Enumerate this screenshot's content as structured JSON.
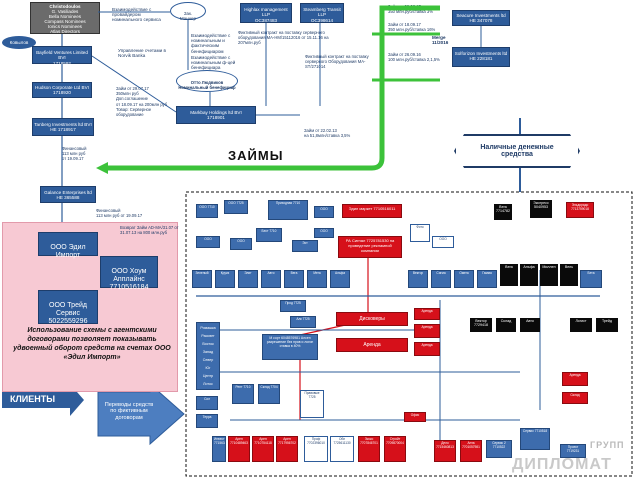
{
  "top_left_box": [
    "Christodoulos",
    "G. Vasiliades",
    "Bella Nominees",
    "Compass Nominees",
    "Ionics Nominees",
    "Atlas Directors"
  ],
  "kovylov": "Ковылов",
  "hz_nominee": "Зак.\nМаннер",
  "service_note": "Взаимодействие с провайдером номинального сервиса",
  "management_note": "Управление счетами в Norvik Banka",
  "interaction_note": "Взаимодействие с номинальным и фактическим бенефициаром",
  "interaction_note2": "Взаимодействие с номинальным ф-цей бенефициара",
  "nominee_beneficiary": "Отто Людвиков\nНоминальный бенефициар",
  "companies": [
    {
      "id": "bayfield",
      "name": "Bayfield Ventures Limited BVI",
      "code": "1718592"
    },
    {
      "id": "hudson",
      "name": "Hudson Corporate Ltd BVI",
      "code": "1718920"
    },
    {
      "id": "tanberg",
      "name": "Tanberg Investments ltd BVI",
      "code": "HE 1718917"
    },
    {
      "id": "galance",
      "name": "Galance Enterprises ltd",
      "code": "HE 365588"
    },
    {
      "id": "markbay",
      "name": "Markbay Holdings ltd BVI",
      "code": "1718901"
    },
    {
      "id": "highlax",
      "name": "Highlax management LLP",
      "code": "OC387483"
    },
    {
      "id": "steamberg",
      "name": "Steamberg Transit LLP",
      "code": "OC398614"
    },
    {
      "id": "seacure",
      "name": "Seacure Investments ltd",
      "code": "HE 347078"
    },
    {
      "id": "solhorizon",
      "name": "Solforizon Investments ltd",
      "code": "HE 228181"
    }
  ],
  "merge_label": "Merge\n11/2016",
  "loan_hudson": "Займ от 29.07.17\n350млн руб\nДоп.соглашение\nот 18.09.17 на 200млн руб\nТовар: Серверное оборудование",
  "financing_tanberg": "Финансовый\n113 млн руб\nот 19.09.17",
  "financing_galance": "Финансовый\n113 млн руб от 19.09.17",
  "contract_highlax": "Фиктивный контракт на поставку серверного оборудования МА-НМ/15112016 от 15.11.16 на 207млн.руб",
  "contract_steamberg": "Фиктивный контракт на поставку серверного Оборудования МА-ST/271014",
  "loan_seacure1": "Займ от 09.06.17\n350 млн.руб/ставка 3%",
  "loan_seacure2": "Займ от 18.09.17\n350 млн.руб/ставка 16%",
  "loan_seacure3": "Займ от 26.09.16\n100 млн.руб/ставка 2,1,5%",
  "loan_markbay": "Займ от 22.02.13\nна 51,8млн/ставка 3,5%",
  "loans_label": "ЗАЙМЫ",
  "cash_label": "Наличные денежные средства",
  "return_note": "Возврат Займ AD-MA/31.07 от 31.07.13 на 800 млн.руб",
  "ooo_edil": "ООО Эдил\nИмпорт",
  "ooo_houm": "ООО Хоум\nАпплайнс\n7710516184",
  "ooo_treid": "ООО Трейд\nСервис\n5022559296",
  "explanation": "Использование схемы с агентскими договорами позволяет показывать удвоенный оборот средств на счетах ООО «Эдил Импорт»",
  "clients": "КЛИЕНТЫ",
  "transfers": "Переводы средств по фиктивным договорам",
  "right_red_top": "Эдил маркет 7710516011",
  "right_red_mid": "РА Сигнал 7725781530 на проведение рекламной компании",
  "right_red_disc": "Дисковеры",
  "right_red_arenda": "Аренда",
  "right_note_m": "М сорт 6048576981 Алсен разрешение без прав и логин ставка в 40%",
  "row_labels": [
    "Зеленый",
    "Круиз",
    "Элит",
    "Авто",
    "Вега",
    "Мега",
    "Альфа",
    "Вектор",
    "Сигма",
    "Омега",
    "Гамма",
    "Бета"
  ],
  "side_list": [
    "Ромашка",
    "Рассвет",
    "Восток",
    "Запад",
    "Север",
    "Юг",
    "Центр",
    "Лотос"
  ],
  "bottom_red": [
    "Арен 7710489463",
    "Арен 7710754118",
    "Арен 7717956702",
    "Проф 7702396010",
    "Обл 7725611130",
    "Экско 7707846701",
    "Стройт 7709870004",
    "Дело 7715460813"
  ],
  "bottom_blue": [
    "Сервис 7710518",
    "Сервис 2 7710522",
    "Инвест 7715634",
    "Проект 7719231"
  ],
  "black_row": [
    "Вега 7714782",
    "Экспресс 5040953",
    "Вектор 7729418"
  ],
  "black_row2": [
    "Вега",
    "Альфа",
    "Миллен",
    "Вель"
  ],
  "brands": [
    "Эльдорадо 7713759018",
    "Анта 7701057981"
  ],
  "watermark_top": "ГРУПП",
  "watermark_bottom": "ДИПЛОМАТ",
  "colors": {
    "blue": "#2e5c9a",
    "red": "#d6101a",
    "green": "#3cc23a",
    "pink": "#f7c9d3",
    "arrow_blue": "#4d7ec0"
  }
}
